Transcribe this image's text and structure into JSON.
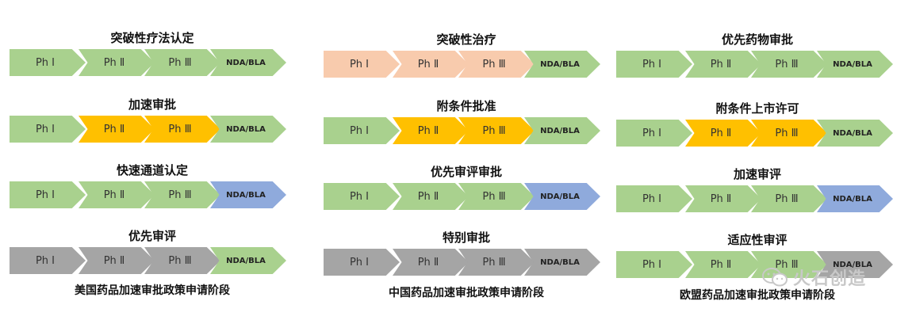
{
  "colors": {
    "green": "#a9d18e",
    "peach": "#f8cbad",
    "orange": "#ffc000",
    "blue": "#8faadc",
    "gray": "#a5a5a5"
  },
  "columns": [
    {
      "footer": "美国药品加速审批政策申请阶段",
      "rows": [
        {
          "title": "突破性疗法认定",
          "stages": [
            {
              "label": "Ph Ⅰ",
              "color": "green"
            },
            {
              "label": "Ph Ⅱ",
              "color": "green"
            },
            {
              "label": "Ph Ⅲ",
              "color": "green"
            },
            {
              "label": "NDA/BLA",
              "color": "green"
            }
          ]
        },
        {
          "title": "加速审批",
          "stages": [
            {
              "label": "Ph Ⅰ",
              "color": "green"
            },
            {
              "label": "Ph Ⅱ",
              "color": "orange"
            },
            {
              "label": "Ph Ⅲ",
              "color": "orange"
            },
            {
              "label": "NDA/BLA",
              "color": "green"
            }
          ]
        },
        {
          "title": "快速通道认定",
          "stages": [
            {
              "label": "Ph Ⅰ",
              "color": "green"
            },
            {
              "label": "Ph Ⅱ",
              "color": "green"
            },
            {
              "label": "Ph Ⅲ",
              "color": "green"
            },
            {
              "label": "NDA/BLA",
              "color": "blue"
            }
          ]
        },
        {
          "title": "优先审评",
          "stages": [
            {
              "label": "Ph Ⅰ",
              "color": "gray"
            },
            {
              "label": "Ph Ⅱ",
              "color": "gray"
            },
            {
              "label": "Ph Ⅲ",
              "color": "gray"
            },
            {
              "label": "NDA/BLA",
              "color": "green"
            }
          ]
        }
      ]
    },
    {
      "footer": "中国药品加速审批政策申请阶段",
      "rows": [
        {
          "title": "突破性治疗",
          "stages": [
            {
              "label": "Ph Ⅰ",
              "color": "peach"
            },
            {
              "label": "Ph Ⅱ",
              "color": "peach"
            },
            {
              "label": "Ph Ⅲ",
              "color": "peach"
            },
            {
              "label": "NDA/BLA",
              "color": "green"
            }
          ]
        },
        {
          "title": "附条件批准",
          "stages": [
            {
              "label": "Ph Ⅰ",
              "color": "green"
            },
            {
              "label": "Ph Ⅱ",
              "color": "orange"
            },
            {
              "label": "Ph Ⅲ",
              "color": "orange"
            },
            {
              "label": "NDA/BLA",
              "color": "green"
            }
          ]
        },
        {
          "title": "优先审评审批",
          "stages": [
            {
              "label": "Ph Ⅰ",
              "color": "green"
            },
            {
              "label": "Ph Ⅱ",
              "color": "green"
            },
            {
              "label": "Ph Ⅲ",
              "color": "green"
            },
            {
              "label": "NDA/BLA",
              "color": "blue"
            }
          ]
        },
        {
          "title": "特别审批",
          "stages": [
            {
              "label": "Ph Ⅰ",
              "color": "gray"
            },
            {
              "label": "Ph Ⅱ",
              "color": "gray"
            },
            {
              "label": "Ph Ⅲ",
              "color": "gray"
            },
            {
              "label": "NDA/BLA",
              "color": "gray"
            }
          ]
        }
      ]
    },
    {
      "footer": "欧盟药品加速审批政策申请阶段",
      "rows": [
        {
          "title": "优先药物审批",
          "stages": [
            {
              "label": "Ph Ⅰ",
              "color": "green"
            },
            {
              "label": "Ph Ⅱ",
              "color": "green"
            },
            {
              "label": "Ph Ⅲ",
              "color": "green"
            },
            {
              "label": "NDA/BLA",
              "color": "green"
            }
          ]
        },
        {
          "title": "附条件上市许可",
          "stages": [
            {
              "label": "Ph Ⅰ",
              "color": "green"
            },
            {
              "label": "Ph Ⅱ",
              "color": "orange"
            },
            {
              "label": "Ph Ⅲ",
              "color": "orange"
            },
            {
              "label": "NDA/BLA",
              "color": "green"
            }
          ]
        },
        {
          "title": "加速审评",
          "stages": [
            {
              "label": "Ph Ⅰ",
              "color": "green"
            },
            {
              "label": "Ph Ⅱ",
              "color": "green"
            },
            {
              "label": "Ph Ⅲ",
              "color": "green"
            },
            {
              "label": "NDA/BLA",
              "color": "blue"
            }
          ]
        },
        {
          "title": "适应性审评",
          "stages": [
            {
              "label": "Ph Ⅰ",
              "color": "green"
            },
            {
              "label": "Ph Ⅱ",
              "color": "green"
            },
            {
              "label": "Ph Ⅲ",
              "color": "green"
            },
            {
              "label": "NDA/BLA",
              "color": "gray"
            }
          ]
        }
      ]
    }
  ],
  "watermark": {
    "text": "火石创造",
    "icon": "wechat-icon"
  }
}
